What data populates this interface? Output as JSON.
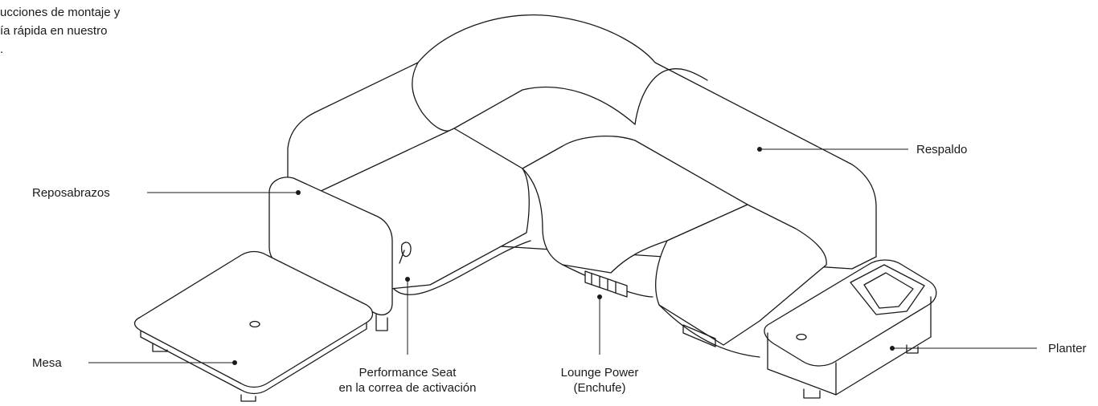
{
  "intro_lines": [
    "ucciones de montaje y",
    "ía rápida en nuestro",
    "."
  ],
  "callouts": {
    "reposabrazos": "Reposabrazos",
    "respaldo": "Respaldo",
    "mesa": "Mesa",
    "planter": "Planter",
    "performance_seat": [
      "Performance Seat",
      "en la correa de activación"
    ],
    "lounge_power": [
      "Lounge Power",
      "(Enchufe)"
    ]
  },
  "colors": {
    "line": "#1a1a1a",
    "background": "#ffffff"
  }
}
